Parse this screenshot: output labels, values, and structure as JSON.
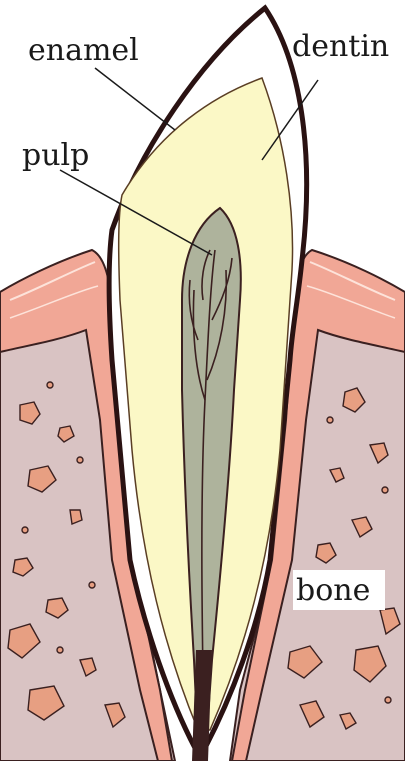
{
  "labels": {
    "enamel": "enamel",
    "dentin": "dentin",
    "pulp": "pulp",
    "bone": "bone"
  },
  "colors": {
    "background": "#ffffff",
    "enamel": "#ffffff",
    "dentin": "#fbf8c6",
    "pulp": "#aeb39c",
    "bone": "#d9c3c3",
    "gum": "#f1a796",
    "gum_light": "#f8c9bb",
    "outline": "#2a1212",
    "bone_chips": "#e79f82",
    "root_canal": "#3b2020"
  }
}
